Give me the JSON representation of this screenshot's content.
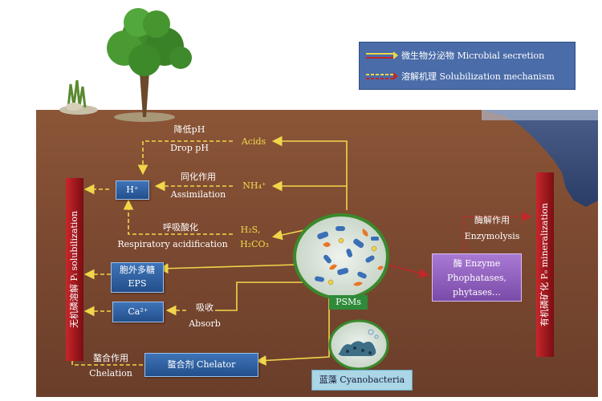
{
  "legend": {
    "secretion": "微生物分泌物 Microbial secretion",
    "mechanism": "溶解机理 Solubilization mechanism"
  },
  "labels": {
    "drop_ph_cn": "降低pH",
    "drop_ph_en": "Drop pH",
    "acids": "Acids",
    "h_plus": "H⁺",
    "assimilation_cn": "同化作用",
    "assimilation_en": "Assimilation",
    "nh4": "NH₄⁺",
    "resp_cn": "呼吸酸化",
    "resp_en": "Respiratory acidification",
    "h2s": "H₂S,",
    "h2co3": "H₂CO₃",
    "eps_cn": "胞外多糖",
    "eps_en": "EPS",
    "ca": "Ca²⁺",
    "absorb_cn": "吸收",
    "absorb_en": "Absorb",
    "chelation_cn": "螯合作用",
    "chelation_en": "Chelation",
    "chelator": "螯合剂 Chelator",
    "psms": "PSMs",
    "enzymolysis_cn": "酶解作用",
    "enzymolysis_en": "Enzymolysis",
    "enzyme_line1": "酶 Enzyme",
    "enzyme_line2": "Phophatases,",
    "enzyme_line3": "phytases…",
    "cyanobacteria": "蓝藻 Cyanobacteria",
    "left_bar": "无机磷溶解 Pᵢ solubilization",
    "right_bar": "有机磷矿化 Pₒ mineralization"
  },
  "colors": {
    "soil": "#7a4a32",
    "secretion_arrow": "#f0d64a",
    "mechanism_arrow": "#f0d64a",
    "box_blue": "#2f5f9f",
    "enzyme_purple": "#9b67c8",
    "red_bar": "#b01e24",
    "legend_bg": "#4a6ca8",
    "water": "#3a4f7a"
  }
}
